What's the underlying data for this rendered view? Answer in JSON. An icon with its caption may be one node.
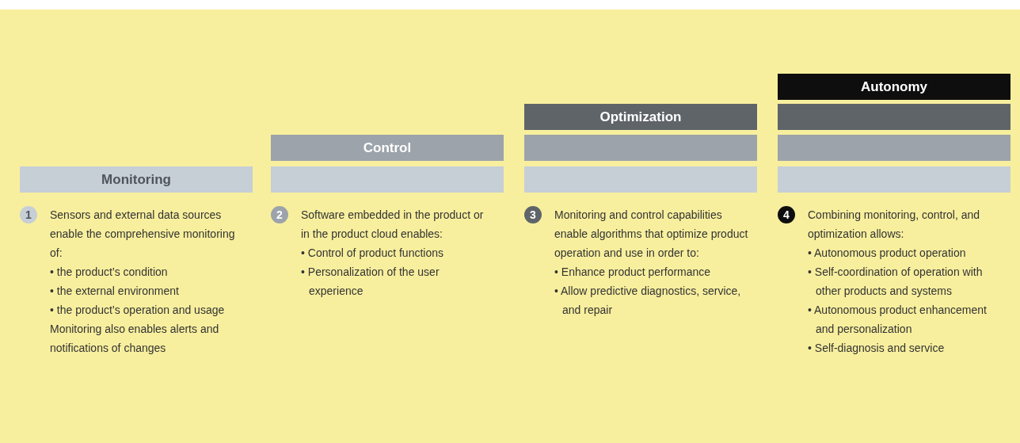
{
  "diagram": {
    "nodes": [
      {
        "text": [
          "Monitoring"
        ]
      },
      {
        "text": [
          "1"
        ],
        "beside": [
          "Sensors and external data sources enable the comprehensive monitoring of:",
          "• the product’s condition",
          "• the external environment",
          "• the product’s operation and usage",
          "Monitoring also enables alerts and notifications of changes"
        ]
      },
      {
        "text": [
          "Control"
        ]
      },
      {
        "text": [],
        "shape": "bar"
      },
      {
        "text": [
          "2"
        ],
        "beside": [
          "Software embedded in the product or in the product cloud enables:",
          "• Control of product functions",
          "• Personalization of the user experience"
        ]
      },
      {
        "text": [
          "Optimization"
        ]
      },
      {
        "text": [],
        "shape": "bar"
      },
      {
        "text": [],
        "shape": "bar"
      },
      {
        "text": [
          "3"
        ],
        "beside": [
          "Monitoring and control capabilities enable algorithms that optimize product operation and use in order to:",
          "• Enhance product performance",
          "• Allow predictive diagnostics, service, and repair"
        ]
      },
      {
        "text": [
          "Autonomy"
        ]
      },
      {
        "text": [],
        "shape": "bar"
      },
      {
        "text": [],
        "shape": "bar"
      },
      {
        "text": [],
        "shape": "bar"
      },
      {
        "text": [
          "4"
        ],
        "beside": [
          "Combining monitoring, control, and optimization allows:",
          "• Autonomous product operation",
          "• Self-coordination of operation with other products and systems",
          "• Autonomous product enhancement and personalization",
          "• Self-diagnosis and service"
        ]
      }
    ]
  }
}
